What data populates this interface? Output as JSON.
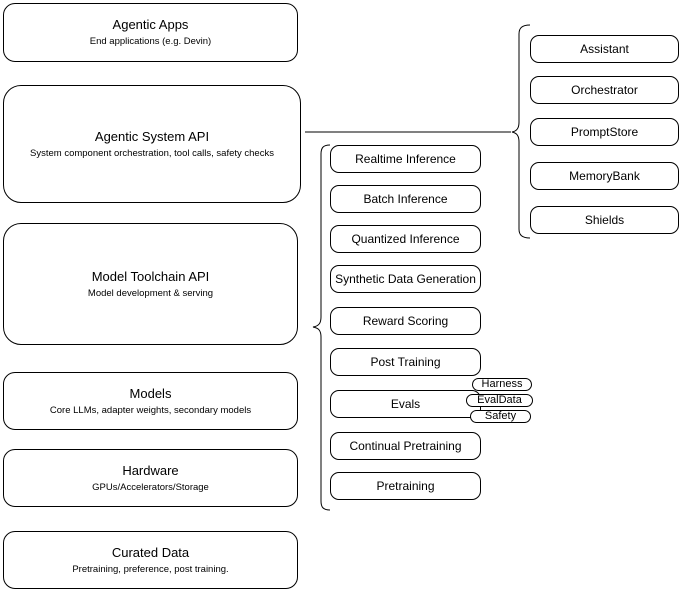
{
  "stack_layers": [
    {
      "title": "Agentic Apps",
      "subtitle": "End applications (e.g. Devin)"
    },
    {
      "title": "Agentic System API",
      "subtitle": "System component orchestration, tool calls, safety checks"
    },
    {
      "title": "Model Toolchain API",
      "subtitle": "Model development & serving"
    },
    {
      "title": "Models",
      "subtitle": "Core LLMs, adapter weights, secondary models"
    },
    {
      "title": "Hardware",
      "subtitle": "GPUs/Accelerators/Storage"
    },
    {
      "title": "Curated Data",
      "subtitle": "Pretraining, preference, post training."
    }
  ],
  "toolchain_services": [
    {
      "label": "Realtime Inference"
    },
    {
      "label": "Batch Inference"
    },
    {
      "label": "Quantized Inference"
    },
    {
      "label": "Synthetic Data Generation"
    },
    {
      "label": "Reward Scoring"
    },
    {
      "label": "Post Training"
    },
    {
      "label": "Evals"
    },
    {
      "label": "Continual Pretraining"
    },
    {
      "label": "Pretraining"
    }
  ],
  "eval_tags": [
    {
      "label": "Harness"
    },
    {
      "label": "EvalData"
    },
    {
      "label": "Safety"
    }
  ],
  "system_components": [
    {
      "label": "Assistant"
    },
    {
      "label": "Orchestrator"
    },
    {
      "label": "PromptStore"
    },
    {
      "label": "MemoryBank"
    },
    {
      "label": "Shields"
    }
  ],
  "colors": {
    "stroke": "#000000",
    "fill": "#ffffff",
    "text": "#000000"
  }
}
